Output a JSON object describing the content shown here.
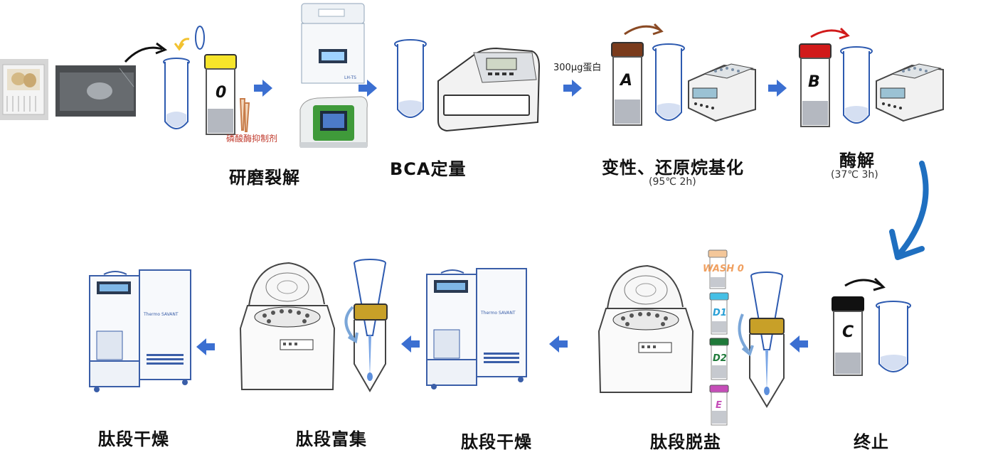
{
  "steps": {
    "grinding": {
      "label": "研磨裂解",
      "inhibitor_label": "磷酸酶抑制剂",
      "tube_letter": "0"
    },
    "bca": {
      "label": "BCA定量"
    },
    "denature": {
      "label": "变性、还原烷基化",
      "condition": "(95℃ 2h)",
      "input_label": "300μg蛋白",
      "tube_letter": "A"
    },
    "digest": {
      "label": "酶解",
      "condition": "(37℃ 3h)",
      "tube_letter": "B"
    },
    "stop": {
      "label": "终止",
      "tube_letter": "C"
    },
    "desalt": {
      "label": "肽段脱盐",
      "tags": [
        "WASH 0",
        "D1",
        "D2",
        "E"
      ]
    },
    "dry2": {
      "label": "肽段干燥"
    },
    "enrich": {
      "label": "肽段富集"
    },
    "dry1": {
      "label": "肽段干燥"
    }
  },
  "colors": {
    "arrow_blue": "#3b6fd1",
    "curve_blue": "#1f6fc0",
    "cap_yellow": "#f7e52a",
    "cap_brown": "#7a3b1c",
    "cap_red": "#d11a1a",
    "cap_black": "#111111",
    "cap_gold": "#c8a028",
    "tube_outline": "#2d5ab0",
    "sample_gray": "#b4b8c0"
  }
}
